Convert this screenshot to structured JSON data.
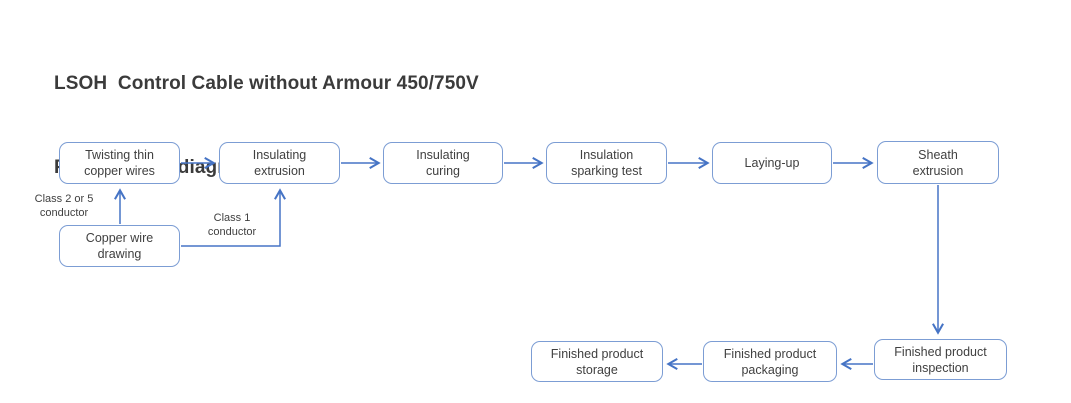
{
  "title": {
    "line1": "LSOH  Control Cable without Armour 450/750V",
    "line2": "Process flow diagram"
  },
  "colors": {
    "box-border": "#7c9dd4",
    "arrow": "#4674c5",
    "text": "#404040",
    "title": "#3b3b3b"
  },
  "nodes": [
    {
      "id": "twisting-thin-copper-wires",
      "label": "Twisting thin\ncopper wires"
    },
    {
      "id": "insulating-extrusion",
      "label": "Insulating\nextrusion"
    },
    {
      "id": "insulating-curing",
      "label": "Insulating\ncuring"
    },
    {
      "id": "insulation-sparking-test",
      "label": "Insulation\nsparking test"
    },
    {
      "id": "laying-up",
      "label": "Laying-up"
    },
    {
      "id": "sheath-extrusion",
      "label": "Sheath\nextrusion"
    },
    {
      "id": "copper-wire-drawing",
      "label": "Copper wire\ndrawing"
    },
    {
      "id": "finished-product-inspection",
      "label": "Finished product\ninspection"
    },
    {
      "id": "finished-product-packaging",
      "label": "Finished product\npackaging"
    },
    {
      "id": "finished-product-storage",
      "label": "Finished product\nstorage"
    }
  ],
  "annotations": [
    {
      "id": "class-2-or-5-conductor",
      "label": "Class 2 or 5\nconductor"
    },
    {
      "id": "class-1-conductor",
      "label": "Class 1\nconductor"
    }
  ],
  "edges": [
    {
      "from": "copper-wire-drawing",
      "to": "twisting-thin-copper-wires",
      "label": "Class 2 or 5 conductor"
    },
    {
      "from": "copper-wire-drawing",
      "to": "insulating-extrusion",
      "label": "Class 1 conductor"
    },
    {
      "from": "twisting-thin-copper-wires",
      "to": "insulating-extrusion",
      "label": ""
    },
    {
      "from": "insulating-extrusion",
      "to": "insulating-curing",
      "label": ""
    },
    {
      "from": "insulating-curing",
      "to": "insulation-sparking-test",
      "label": ""
    },
    {
      "from": "insulation-sparking-test",
      "to": "laying-up",
      "label": ""
    },
    {
      "from": "laying-up",
      "to": "sheath-extrusion",
      "label": ""
    },
    {
      "from": "sheath-extrusion",
      "to": "finished-product-inspection",
      "label": ""
    },
    {
      "from": "finished-product-inspection",
      "to": "finished-product-packaging",
      "label": ""
    },
    {
      "from": "finished-product-packaging",
      "to": "finished-product-storage",
      "label": ""
    }
  ]
}
